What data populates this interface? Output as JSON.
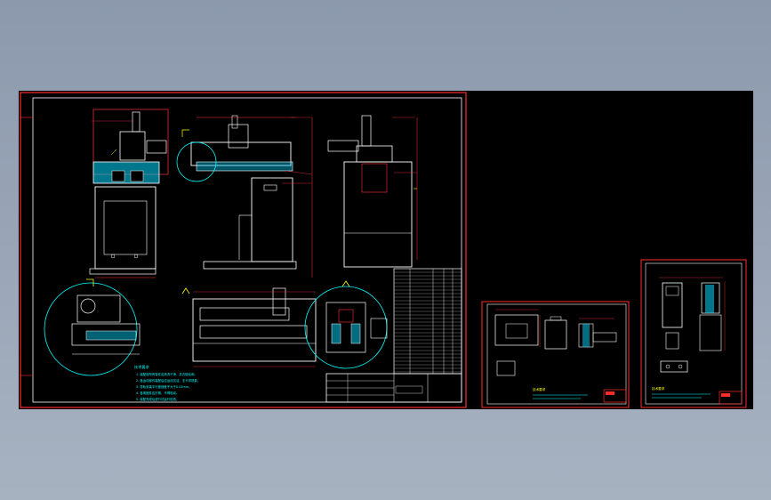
{
  "viewer": {
    "background_color": "#95a1b4",
    "canvas_color": "#000000"
  },
  "colors": {
    "frame": "#ff2b2b",
    "outline": "#ffffff",
    "section": "#00ffff",
    "dimension": "#ff3333",
    "mark": "#ffff00"
  },
  "sheets": [
    {
      "name": "main-assembly-sheet",
      "notes_title": "技术要求",
      "notes": [
        "1. 装配前所有零件应清洗干净，并去除毛刺。",
        "2. 各运动部件装配后应运动灵活，无卡滞现象。",
        "3. 导轨安装平行度误差不大于0.02mm。",
        "4. 各紧固件应拧紧，不得松动。",
        "5. 装配完成后进行试运行检查。"
      ]
    },
    {
      "name": "part-sheet-1",
      "notes_title": "技术要求"
    },
    {
      "name": "part-sheet-2",
      "notes_title": "技术要求"
    }
  ]
}
